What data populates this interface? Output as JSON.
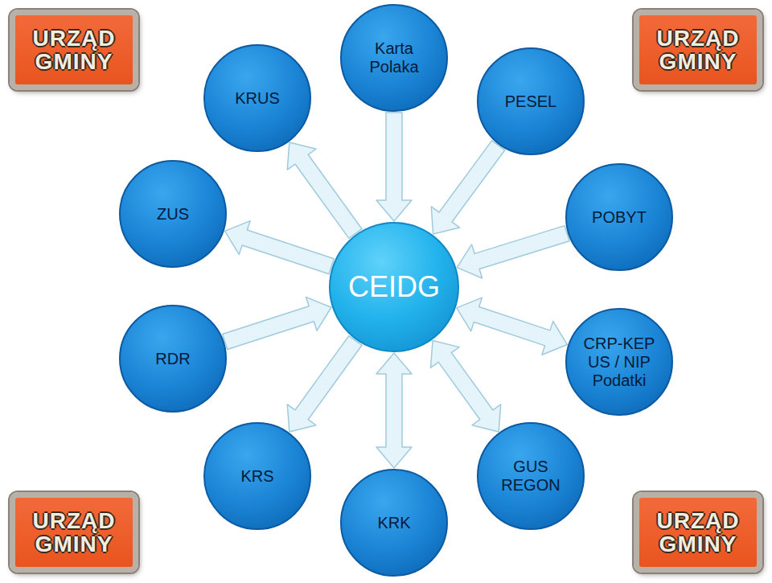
{
  "diagram": {
    "nodes": [
      {
        "text": [
          "URZĄD GMINY"
        ]
      },
      {
        "text": [
          "URZĄD GMINY"
        ]
      },
      {
        "text": [
          "Karta Polaka"
        ]
      },
      {
        "text": [
          "KRUS"
        ]
      },
      {
        "text": [
          "PESEL"
        ]
      },
      {
        "text": [
          "ZUS"
        ]
      },
      {
        "text": [
          "POBYT"
        ]
      },
      {
        "text": [
          "CEIDG"
        ]
      },
      {
        "text": [
          "RDR"
        ]
      },
      {
        "text": [
          "CRP-KEP",
          "US / NIP",
          "Podatki"
        ]
      },
      {
        "text": [
          "KRS"
        ]
      },
      {
        "text": [
          "GUS REGON"
        ]
      },
      {
        "text": [
          "KRK"
        ]
      },
      {
        "text": [
          "URZĄD GMINY"
        ]
      },
      {
        "text": [
          "URZĄD GMINY"
        ]
      }
    ],
    "edges": [
      {
        "from": 2,
        "to": 7,
        "arrow": "to"
      },
      {
        "from": 4,
        "to": 7,
        "arrow": "to"
      },
      {
        "from": 6,
        "to": 7,
        "arrow": "to"
      },
      {
        "from": 7,
        "to": 9,
        "arrow": "both"
      },
      {
        "from": 7,
        "to": 11,
        "arrow": "both"
      },
      {
        "from": 7,
        "to": 12,
        "arrow": "both"
      },
      {
        "from": 7,
        "to": 10,
        "arrow": "to"
      },
      {
        "from": 8,
        "to": 7,
        "arrow": "to"
      },
      {
        "from": 7,
        "to": 5,
        "arrow": "to"
      },
      {
        "from": 7,
        "to": 3,
        "arrow": "to"
      }
    ]
  }
}
